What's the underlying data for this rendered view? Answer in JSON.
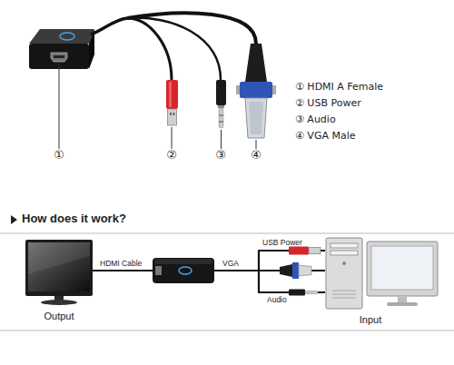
{
  "diagram": {
    "title": "How does it work?",
    "nodes": [
      {
        "text": [
          "Output"
        ]
      },
      {
        "text": []
      },
      {
        "text": [
          "Input"
        ]
      }
    ],
    "edges": [
      {
        "from": 0,
        "to": 1,
        "label": "HDMI Cable",
        "arrow": "none"
      },
      {
        "from": 1,
        "to": 2,
        "label": "USB Power",
        "arrow": "none"
      },
      {
        "from": 1,
        "to": 2,
        "label": "VGA",
        "arrow": "none"
      },
      {
        "from": 1,
        "to": 2,
        "label": "Audio",
        "arrow": "none"
      }
    ],
    "labels": [
      "①",
      "②",
      "③",
      "④",
      "① HDMI A Female",
      "② USB Power",
      "③ Audio",
      "④ VGA Male"
    ]
  }
}
